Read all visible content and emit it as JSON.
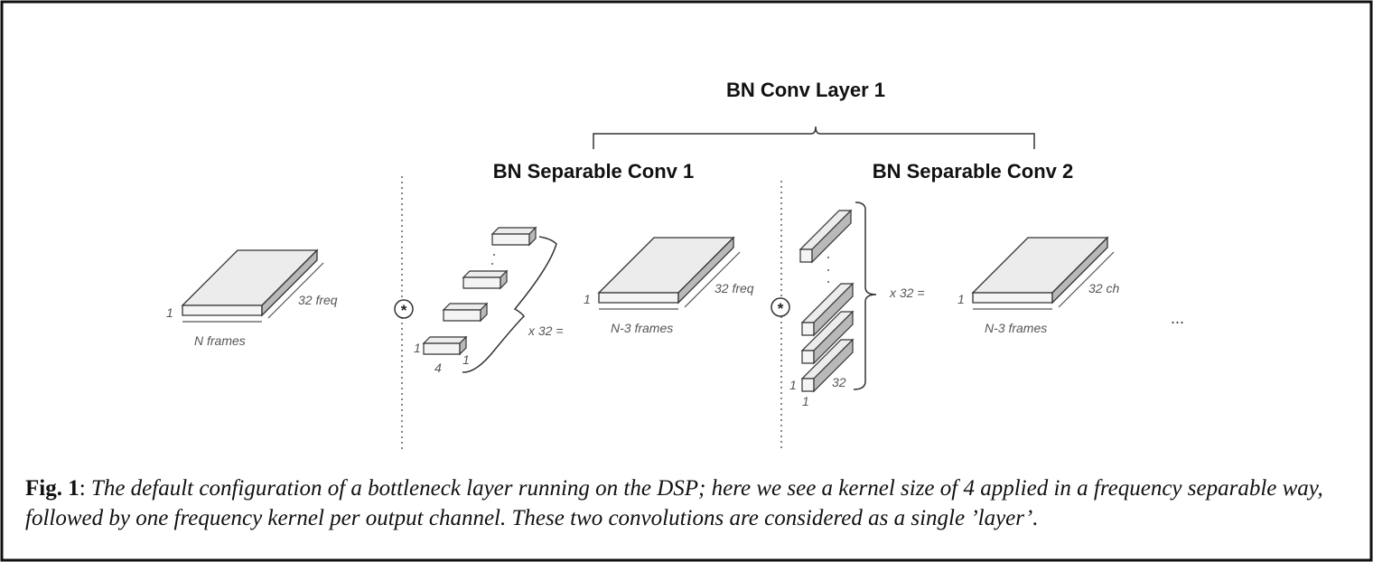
{
  "diagram": {
    "title_layer": "BN Conv Layer 1",
    "title_sep1": "BN Separable Conv 1",
    "title_sep2": "BN Separable Conv 2",
    "input": {
      "one": "1",
      "freq": "32 freq",
      "frames": "N frames"
    },
    "conv_operator": "*",
    "kernel1": {
      "one_a": "1",
      "four": "4",
      "one_b": "1",
      "times": "x 32 ="
    },
    "mid": {
      "one": "1",
      "freq": "32 freq",
      "frames": "N-3 frames"
    },
    "kernel2": {
      "one_a": "1",
      "thirtytwo": "32",
      "one_b": "1",
      "times": "x 32 ="
    },
    "output": {
      "one": "1",
      "ch": "32 ch",
      "frames": "N-3 frames"
    },
    "ellipsis": "...",
    "colors": {
      "face_top": "#ececec",
      "face_front": "#f4f4f4",
      "face_side": "#b9b9b9",
      "stroke": "#333333"
    }
  },
  "caption": {
    "label": "Fig. 1",
    "separator": ": ",
    "text": "The default configuration of a bottleneck layer running on the DSP; here we see a kernel size of 4 applied in a frequency separable way, followed by one frequency kernel per output channel. These two convolutions are considered as a single ’layer’."
  }
}
